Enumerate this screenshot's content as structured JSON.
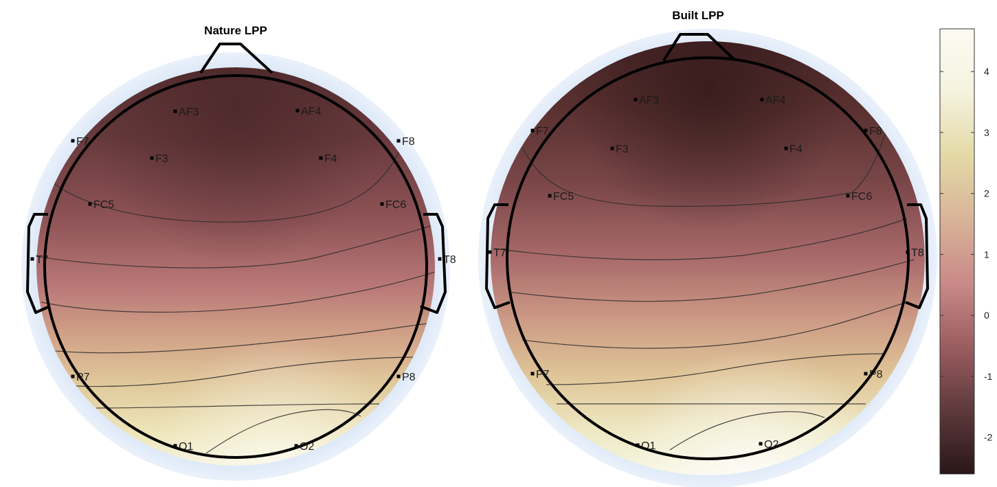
{
  "figure": {
    "maps": [
      {
        "title": "Nature LPP",
        "electrodes": [
          "AF3",
          "AF4",
          "F7",
          "F8",
          "F3",
          "F4",
          "FC5",
          "FC6",
          "T7",
          "T8",
          "P7",
          "P8",
          "O1",
          "O2"
        ]
      },
      {
        "title": "Built LPP",
        "electrodes": [
          "AF3",
          "AF4",
          "F7",
          "F8",
          "F3",
          "F4",
          "FC5",
          "FC6",
          "T7",
          "T8",
          "P7",
          "P8",
          "O1",
          "O2"
        ]
      }
    ],
    "colorbar": {
      "ticks": [
        "4",
        "3",
        "2",
        "1",
        "0",
        "-1",
        "-2"
      ],
      "range": [
        -2.6,
        4.7
      ],
      "colors": [
        "#2a1618",
        "#5e3a3c",
        "#9a5d60",
        "#c98a88",
        "#d8b398",
        "#e3d9a6",
        "#f5f2de",
        "#fbfbf3"
      ]
    }
  }
}
